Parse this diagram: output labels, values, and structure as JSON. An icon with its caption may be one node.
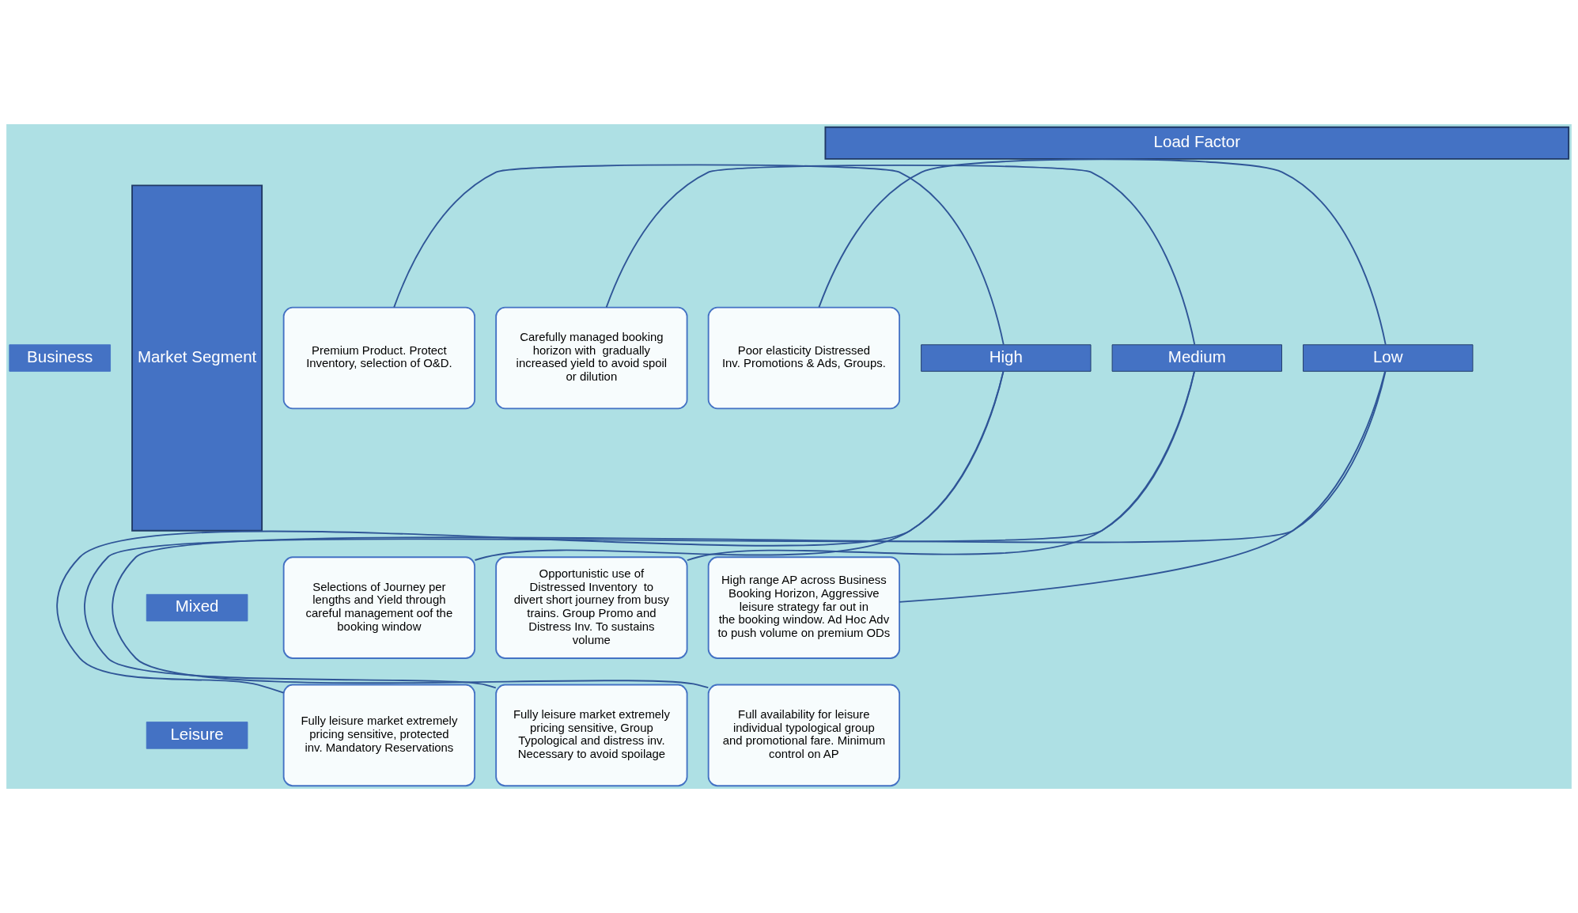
{
  "diagram": {
    "nodes": [
      {
        "text": [
          "Load Factor"
        ]
      },
      {
        "text": [
          "Market Segment"
        ]
      },
      {
        "text": [
          "High"
        ]
      },
      {
        "text": [
          "Medium"
        ]
      },
      {
        "text": [
          "Low"
        ]
      },
      {
        "text": [
          "Business"
        ]
      },
      {
        "text": [
          "Mixed"
        ]
      },
      {
        "text": [
          "Leisure"
        ]
      },
      {
        "text": [
          "Premium Product. Protect Inventory, selection of O&D."
        ]
      },
      {
        "text": [
          "Selections of Journey per lengths and Yield through careful management oof the booking window"
        ]
      },
      {
        "text": [
          "Fully leisure market extremely pricing sensitive, protected inv. Mandatory Reservations"
        ]
      },
      {
        "text": [
          "Carefully managed booking horizon with  gradually increased yield to avoid spoil or dilution"
        ]
      },
      {
        "text": [
          "Opportunistic use of Distressed Inventory  to divert short journey from busy trains. Group Promo and Distress Inv. To sustains volume"
        ]
      },
      {
        "text": [
          "Fully leisure market extremely pricing sensitive, Group Typological and distress inv. Necessary to avoid spoilage"
        ]
      },
      {
        "text": [
          "Poor elasticity Distressed Inv. Promotions & Ads, Groups."
        ]
      },
      {
        "text": [
          "High range AP across Business Booking Horizon, Aggressive leisure strategy far out in the booking window. Ad Hoc Adv to push volume on premium ODs"
        ]
      },
      {
        "text": [
          "Full availability for leisure individual typological group and promotional fare. Minimum control on AP"
        ]
      }
    ],
    "edges": [
      {
        "from": 2,
        "to": 8,
        "arrow": "none"
      },
      {
        "from": 2,
        "to": 9,
        "arrow": "none"
      },
      {
        "from": 2,
        "to": 10,
        "arrow": "none"
      },
      {
        "from": 3,
        "to": 11,
        "arrow": "none"
      },
      {
        "from": 3,
        "to": 12,
        "arrow": "none"
      },
      {
        "from": 3,
        "to": 13,
        "arrow": "none"
      },
      {
        "from": 4,
        "to": 14,
        "arrow": "none"
      },
      {
        "from": 4,
        "to": 15,
        "arrow": "none"
      },
      {
        "from": 4,
        "to": 16,
        "arrow": "none"
      }
    ]
  }
}
